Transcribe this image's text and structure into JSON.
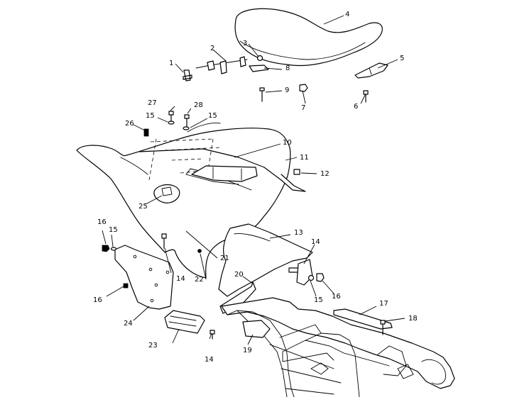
{
  "callouts": {
    "p1": "1",
    "p2": "2",
    "p3": "3",
    "p4": "4",
    "p5": "5",
    "p6": "6",
    "p7": "7",
    "p8": "8",
    "p9": "9",
    "p10": "10",
    "p11": "11",
    "p12": "12",
    "p13": "13",
    "p14a": "14",
    "p14b": "14",
    "p14c": "14",
    "p15a": "15",
    "p15b": "15",
    "p15c": "15",
    "p15d": "15",
    "p16a": "16",
    "p16b": "16",
    "p16c": "16",
    "p17": "17",
    "p18": "18",
    "p19": "19",
    "p20": "20",
    "p21": "21",
    "p22": "22",
    "p23": "23",
    "p24": "24",
    "p25": "25",
    "p26": "26",
    "p27": "27",
    "p28": "28"
  },
  "colors": {
    "line": "#000000",
    "background": "#ffffff"
  }
}
